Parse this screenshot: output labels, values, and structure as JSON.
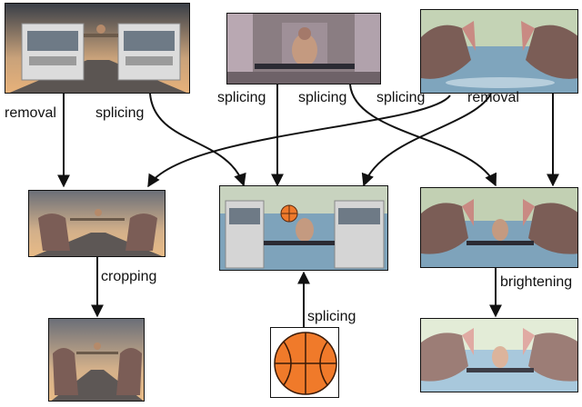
{
  "edge_labels": {
    "removal_left": "removal",
    "splicing_left": "splicing",
    "splicing_mid_a": "splicing",
    "splicing_mid_b": "splicing",
    "splicing_mid_c": "splicing",
    "removal_right": "removal",
    "cropping": "cropping",
    "brightening": "brightening",
    "splicing_bottom": "splicing"
  },
  "source_images": [
    "trucks-photo",
    "man-splits-photo",
    "hippos-photo"
  ],
  "result_images": [
    "trucks-hippos-composite",
    "trucks-man-basketball-composite",
    "hippos-man-composite",
    "cropped-composite",
    "brightened-composite",
    "basketball-photo"
  ]
}
